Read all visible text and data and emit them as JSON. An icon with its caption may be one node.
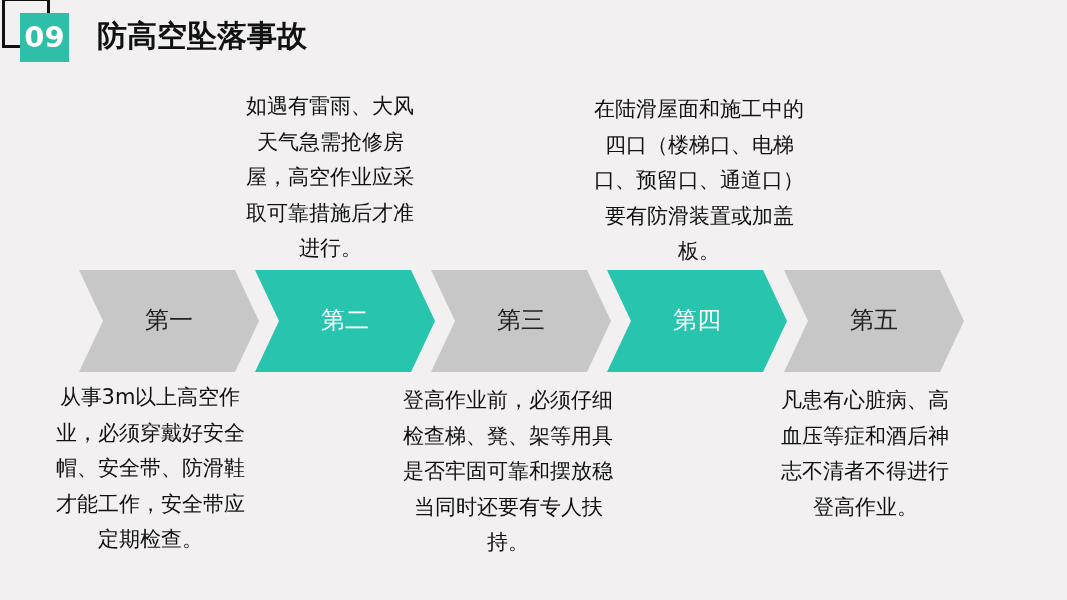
{
  "diagram": {
    "title": "防高空坠落事故",
    "nodes": [
      {
        "text": [
          "第一"
        ],
        "beside": [
          "从事3m以上高空作业，必须穿戴好安全帽、安全带、防滑鞋才能工作，安全带应定期检查。"
        ]
      },
      {
        "text": [
          "第二"
        ],
        "beside": [
          "如遇有雷雨、大风天气急需抢修房屋，高空作业应采取可靠措施后才准进行。"
        ]
      },
      {
        "text": [
          "第三"
        ],
        "beside": [
          "登高作业前，必须仔细检查梯、凳、架等用具是否牢固可靠和摆放稳当同时还要有专人扶持。"
        ]
      },
      {
        "text": [
          "第四"
        ],
        "beside": [
          "在陆滑屋面和施工中的四口（楼梯口、电梯口、预留口、通道口）要有防滑装置或加盖板。"
        ]
      },
      {
        "text": [
          "第五"
        ],
        "beside": [
          "凡患有心脏病、高血压等症和酒后神志不清者不得进行登高作业。"
        ]
      }
    ],
    "labels": [
      "09"
    ]
  }
}
